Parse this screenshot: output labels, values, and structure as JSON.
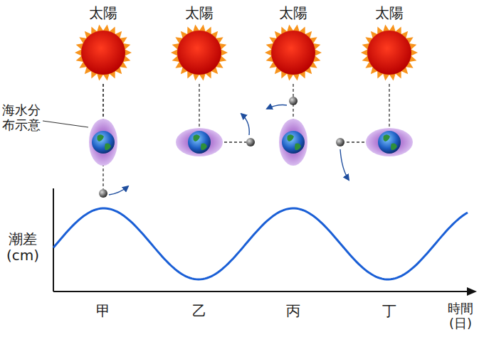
{
  "diagram": {
    "nodes": [
      {
        "text": [
          "太陽"
        ]
      },
      {
        "text": [
          "太陽"
        ]
      },
      {
        "text": [
          "太陽"
        ]
      },
      {
        "text": [
          "太陽"
        ]
      }
    ],
    "labels": [
      "海水分布示意",
      "潮差 (cm)",
      "甲",
      "乙",
      "丙",
      "丁",
      "時間 (日)"
    ]
  }
}
